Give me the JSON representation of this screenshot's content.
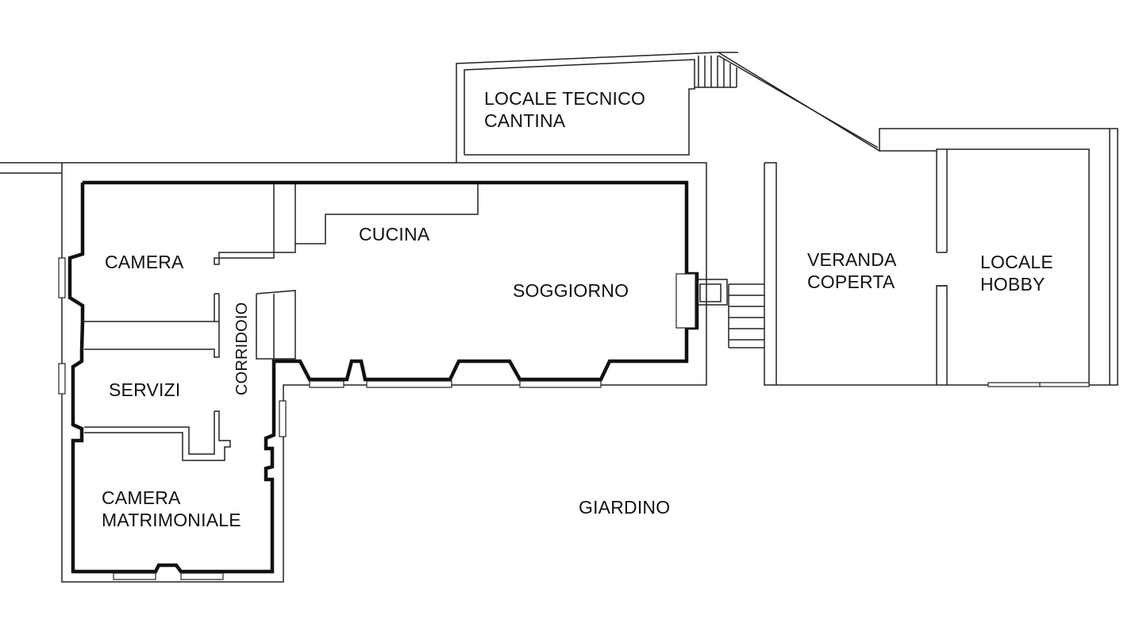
{
  "rooms": {
    "locale_tecnico": "LOCALE TECNICO",
    "cantina": "CANTINA",
    "cucina": "CUCINA",
    "camera": "CAMERA",
    "soggiorno": "SOGGIORNO",
    "corridoio": "CORRIDOIO",
    "servizi": "SERVIZI",
    "camera_matrimoniale_1": "CAMERA",
    "camera_matrimoniale_2": "MATRIMONIALE",
    "veranda_1": "VERANDA",
    "veranda_2": "COPERTA",
    "hobby_1": "LOCALE",
    "hobby_2": "HOBBY",
    "giardino": "GIARDINO"
  },
  "colors": {
    "wall": "#111111",
    "background": "#ffffff"
  }
}
